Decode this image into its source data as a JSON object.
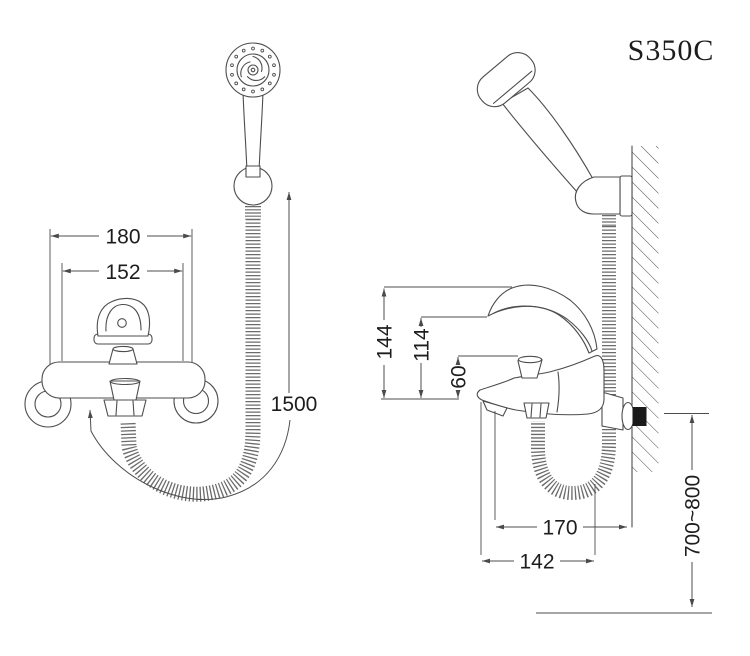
{
  "product": {
    "model": "S350C"
  },
  "colors": {
    "background": "#ffffff",
    "line": "#4d4d4d",
    "text": "#1d1d1d",
    "wall_fitting": "#1a1a1a"
  },
  "front_view": {
    "dim_outer_width": "180",
    "dim_inlet_spacing": "152",
    "dim_hose_length": "1500"
  },
  "side_view": {
    "dim_total_height": "144",
    "dim_handle_height": "114",
    "dim_knob_height": "60",
    "dim_wall_to_spout": "170",
    "dim_body_depth": "142",
    "dim_install_height": "700~800"
  }
}
